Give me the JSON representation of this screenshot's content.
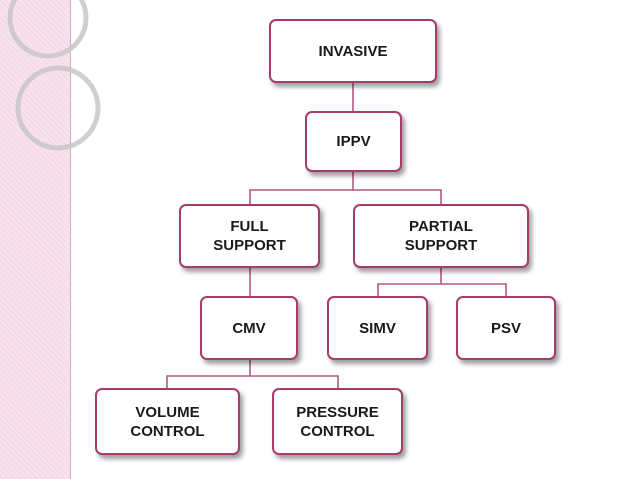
{
  "diagram": {
    "accent_color": "#a63b6c",
    "line_color": "#b05a82",
    "nodes": {
      "invasive": "INVASIVE",
      "ippv": "IPPV",
      "full_support": "FULL\nSUPPORT",
      "partial_support": "PARTIAL\nSUPPORT",
      "cmv": "CMV",
      "simv": "SIMV",
      "psv": "PSV",
      "volume_control": "VOLUME\nCONTROL",
      "pressure_control": "PRESSURE\nCONTROL"
    }
  }
}
